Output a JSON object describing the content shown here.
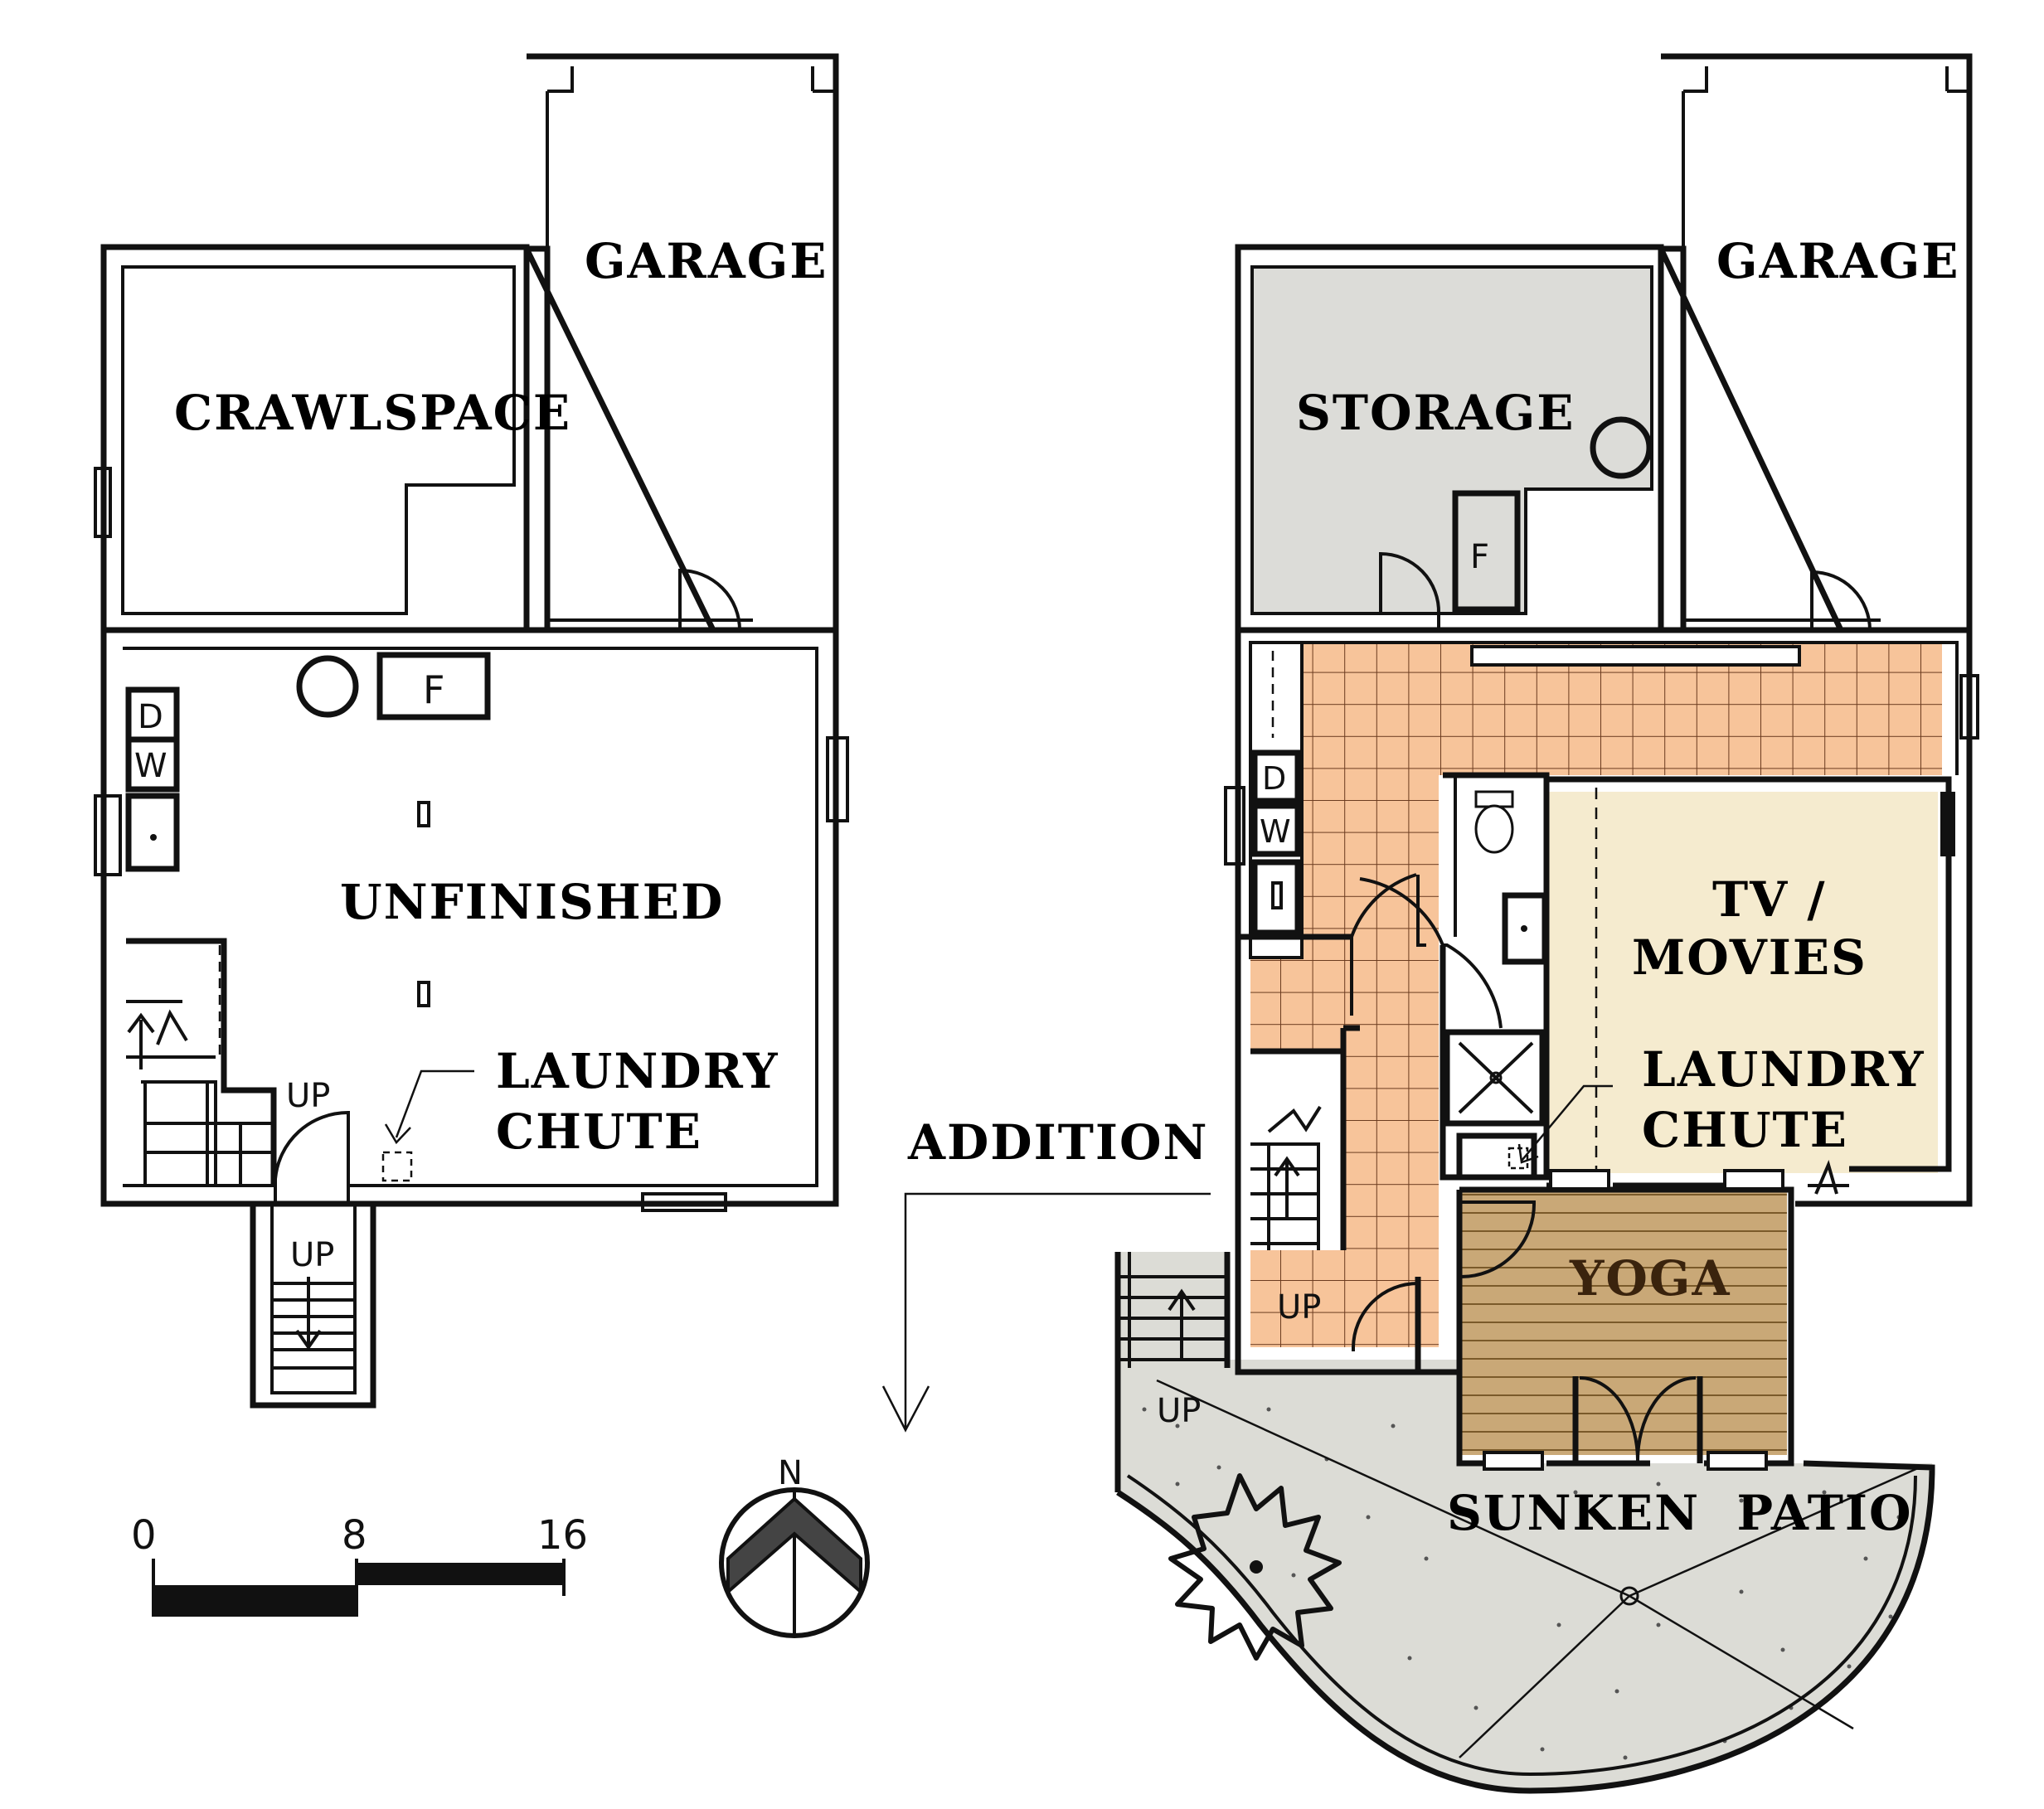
{
  "colors": {
    "storage": "#dcdcd8",
    "tile": "#f7c49a",
    "tile_line": "#6b3b1f",
    "tv_room": "#f5ebcf",
    "yoga": "#c9a877",
    "yoga_line": "#7a5a2a",
    "patio": "#dcdcd6",
    "ink": "#111111"
  },
  "existing_plan": {
    "rooms": {
      "garage": "GARAGE",
      "crawlspace": "CRAWLSPACE",
      "unfinished": "UNFINISHED"
    },
    "laundry_line1": "LAUNDRY",
    "laundry_line2": "CHUTE",
    "up_interior": "UP",
    "up_exterior": "UP",
    "fixtures": {
      "furnace": "F",
      "dryer": "D",
      "washer": "W"
    }
  },
  "proposed_plan": {
    "rooms": {
      "garage": "GARAGE",
      "storage": "STORAGE",
      "tv_line1": "TV /",
      "tv_line2": "MOVIES",
      "yoga": "YOGA",
      "sunken_patio": "SUNKEN  PATIO"
    },
    "laundry_line1": "LAUNDRY",
    "laundry_line2": "CHUTE",
    "up_interior": "UP",
    "up_patio": "UP",
    "fixtures": {
      "furnace": "F",
      "dryer": "D",
      "washer": "W"
    }
  },
  "addition_label": "ADDITION",
  "scale": {
    "labels": [
      "0",
      "8",
      "16"
    ]
  },
  "north_label": "N"
}
